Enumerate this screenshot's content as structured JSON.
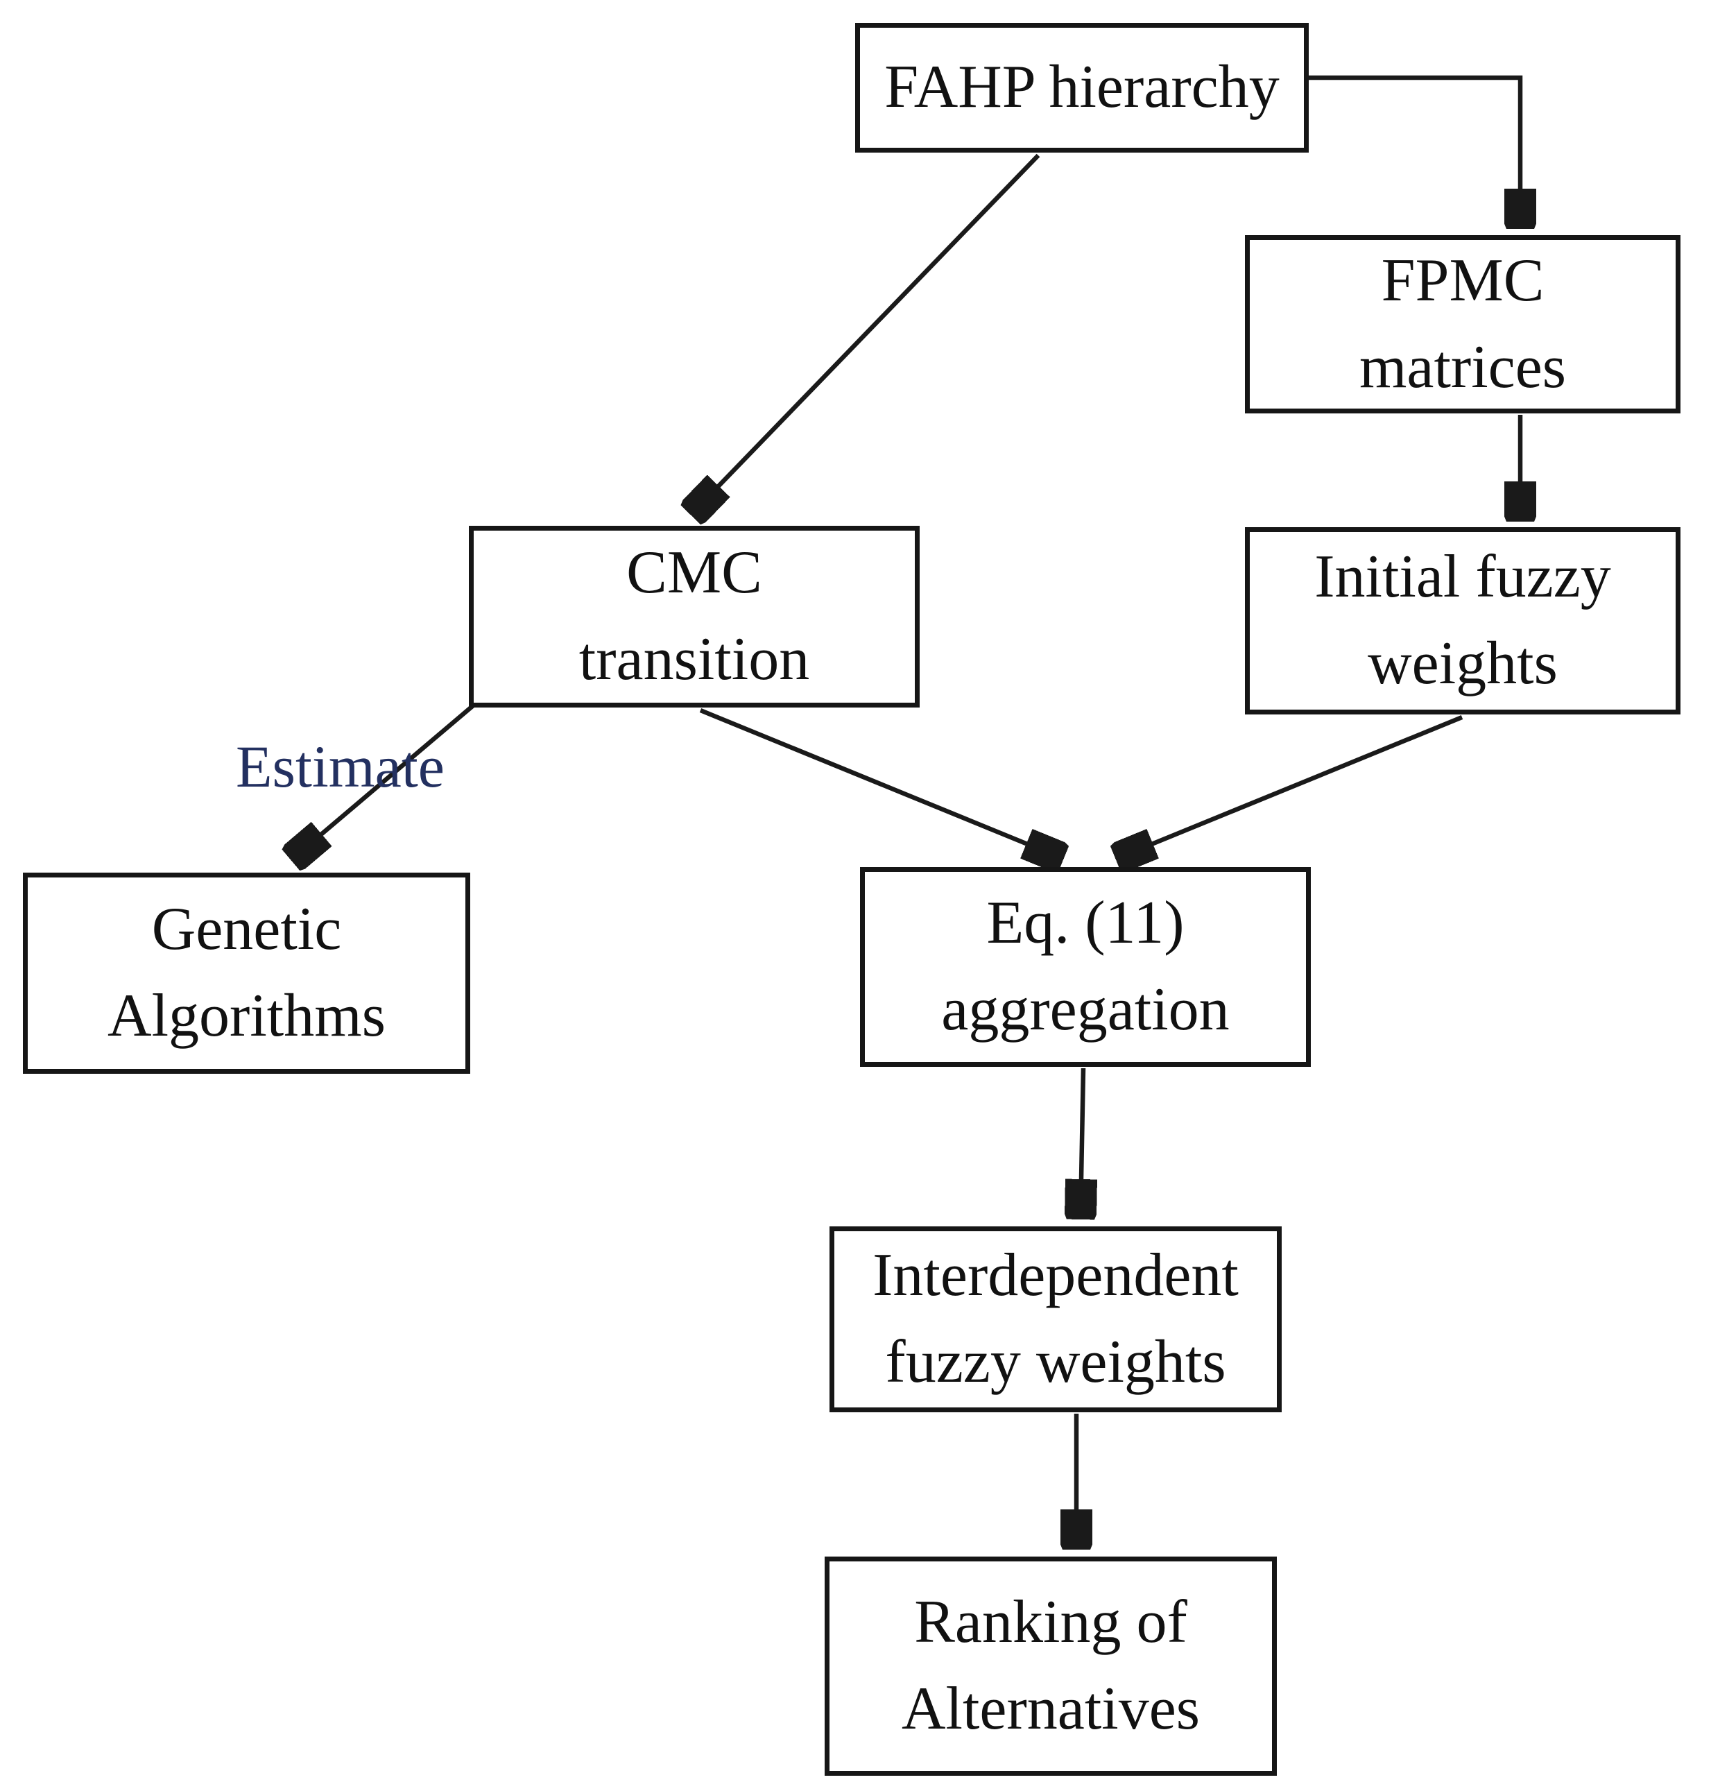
{
  "diagram": {
    "background_color": "#ffffff",
    "line_color": "#1a1a1a",
    "text_color": "#111111",
    "edge_label": {
      "text": "Estimate",
      "color": "#233060"
    },
    "nodes": [
      {
        "id": "fahp-hierarchy",
        "lines": [
          "FAHP hierarchy",
          ""
        ]
      },
      {
        "id": "fpmc-matrices",
        "lines": [
          "FPMC",
          "matrices"
        ]
      },
      {
        "id": "cmc-transition",
        "lines": [
          "CMC",
          "transition"
        ]
      },
      {
        "id": "initial-fuzzy-weights",
        "lines": [
          "Initial fuzzy",
          "weights"
        ]
      },
      {
        "id": "genetic-algorithms",
        "lines": [
          "Genetic",
          "Algorithms"
        ]
      },
      {
        "id": "eq11-aggregation",
        "lines": [
          "Eq. (11)",
          "aggregation"
        ]
      },
      {
        "id": "interdependent-fuzzy-weights",
        "lines": [
          "Interdependent",
          "fuzzy weights"
        ]
      },
      {
        "id": "ranking-of-alternatives",
        "lines": [
          "Ranking of",
          "Alternatives"
        ]
      }
    ],
    "edges": [
      {
        "from": "fahp-hierarchy",
        "to": "fpmc-matrices",
        "label": ""
      },
      {
        "from": "fahp-hierarchy",
        "to": "cmc-transition",
        "label": ""
      },
      {
        "from": "fpmc-matrices",
        "to": "initial-fuzzy-weights",
        "label": ""
      },
      {
        "from": "cmc-transition",
        "to": "genetic-algorithms",
        "label": "Estimate"
      },
      {
        "from": "cmc-transition",
        "to": "eq11-aggregation",
        "label": ""
      },
      {
        "from": "initial-fuzzy-weights",
        "to": "eq11-aggregation",
        "label": ""
      },
      {
        "from": "eq11-aggregation",
        "to": "interdependent-fuzzy-weights",
        "label": ""
      },
      {
        "from": "interdependent-fuzzy-weights",
        "to": "ranking-of-alternatives",
        "label": ""
      }
    ]
  }
}
